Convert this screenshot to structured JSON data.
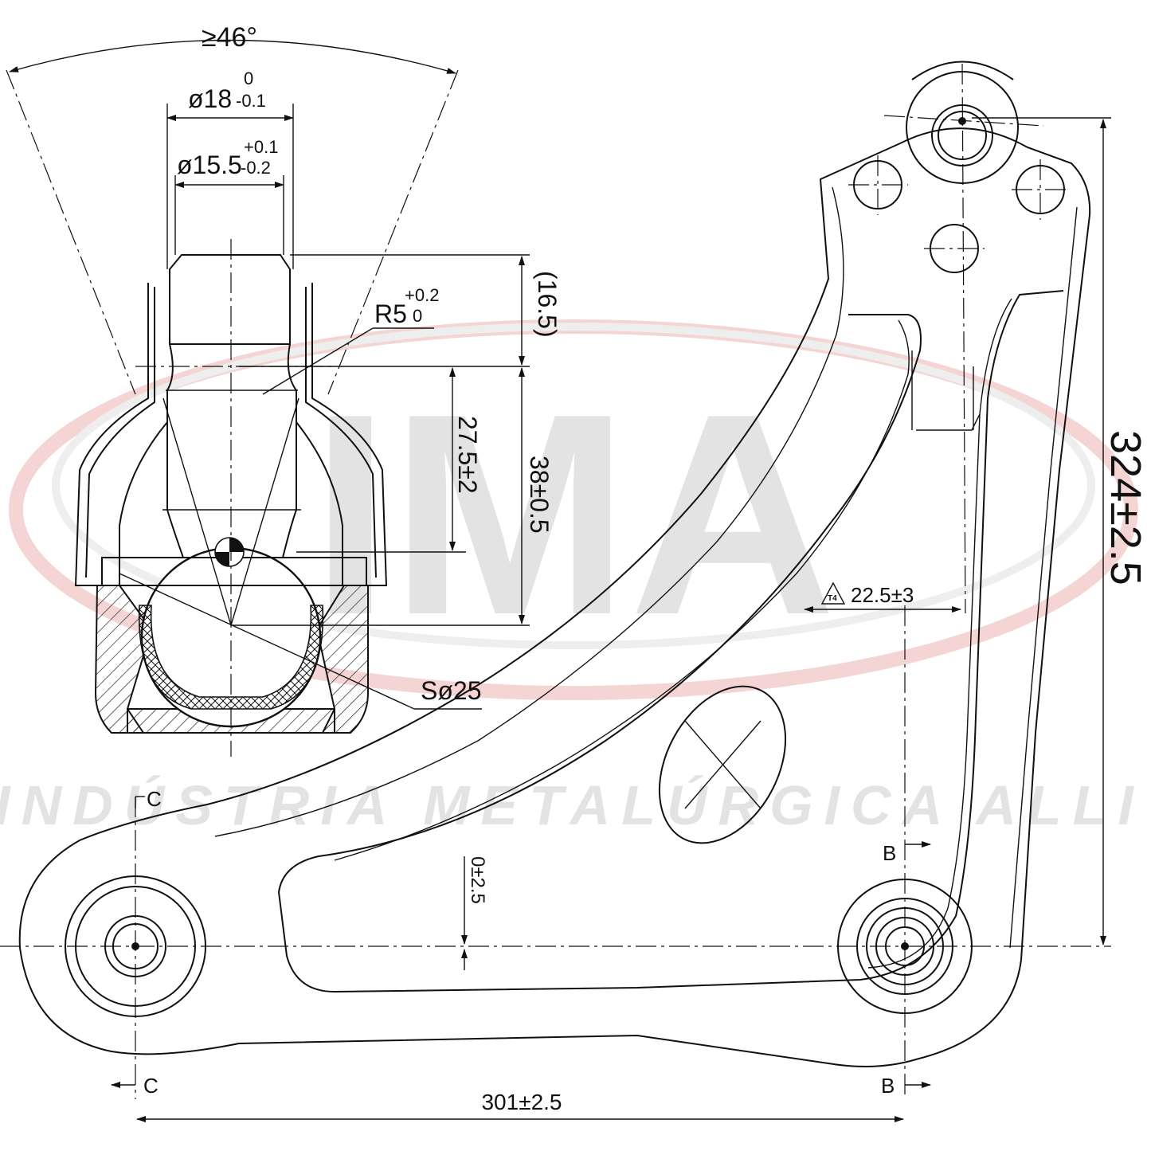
{
  "watermark": {
    "logo": "IMA",
    "tagline": "INDÚSTRIA METALÚRGICA ALLI",
    "swoosh_color": "#f3c9c9",
    "text_color": "#e3e3e3"
  },
  "dimensions": {
    "cone_angle": "≥46°",
    "stud_dia": "ø18",
    "stud_dia_tol_upper": "0",
    "stud_dia_tol_lower": "-0.1",
    "thread_dia": "ø15.5",
    "thread_dia_tol_upper": "+0.1",
    "thread_dia_tol_lower": "-0.2",
    "radius": "R5",
    "radius_tol_upper": "+0.2",
    "radius_tol_lower": "0",
    "thread_len": "(16.5)",
    "taper_len": "27.5±2",
    "stud_len": "38±0.5",
    "ball_dia": "Sø25",
    "tilt_angle": "22.5±3",
    "tilt_symbol": "T4",
    "offset": "0±2.5",
    "bush_span": "301±2.5",
    "height": "324±2.5"
  },
  "sections": {
    "c_top": "C",
    "c_bottom": "C",
    "b_top": "B",
    "b_bottom": "B"
  }
}
